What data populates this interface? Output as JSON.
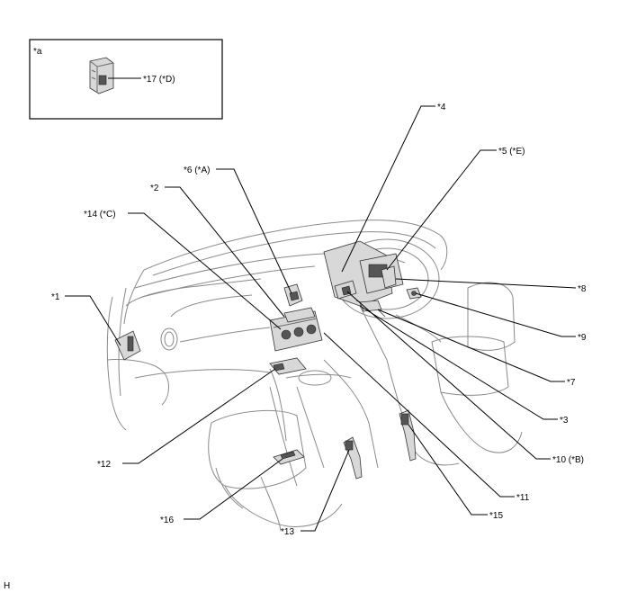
{
  "inset": {
    "label": "*a",
    "part": "*17 (*D)"
  },
  "callouts": {
    "c1": "*1",
    "c2": "*2",
    "c3": "*3",
    "c4": "*4",
    "c5": "*5 (*E)",
    "c6": "*6 (*A)",
    "c7": "*7",
    "c8": "*8",
    "c9": "*9",
    "c10": "*10 (*B)",
    "c11": "*11",
    "c12": "*12",
    "c13": "*13",
    "c14": "*14 (*C)",
    "c15": "*15",
    "c16": "*16"
  },
  "corner_mark": "H"
}
